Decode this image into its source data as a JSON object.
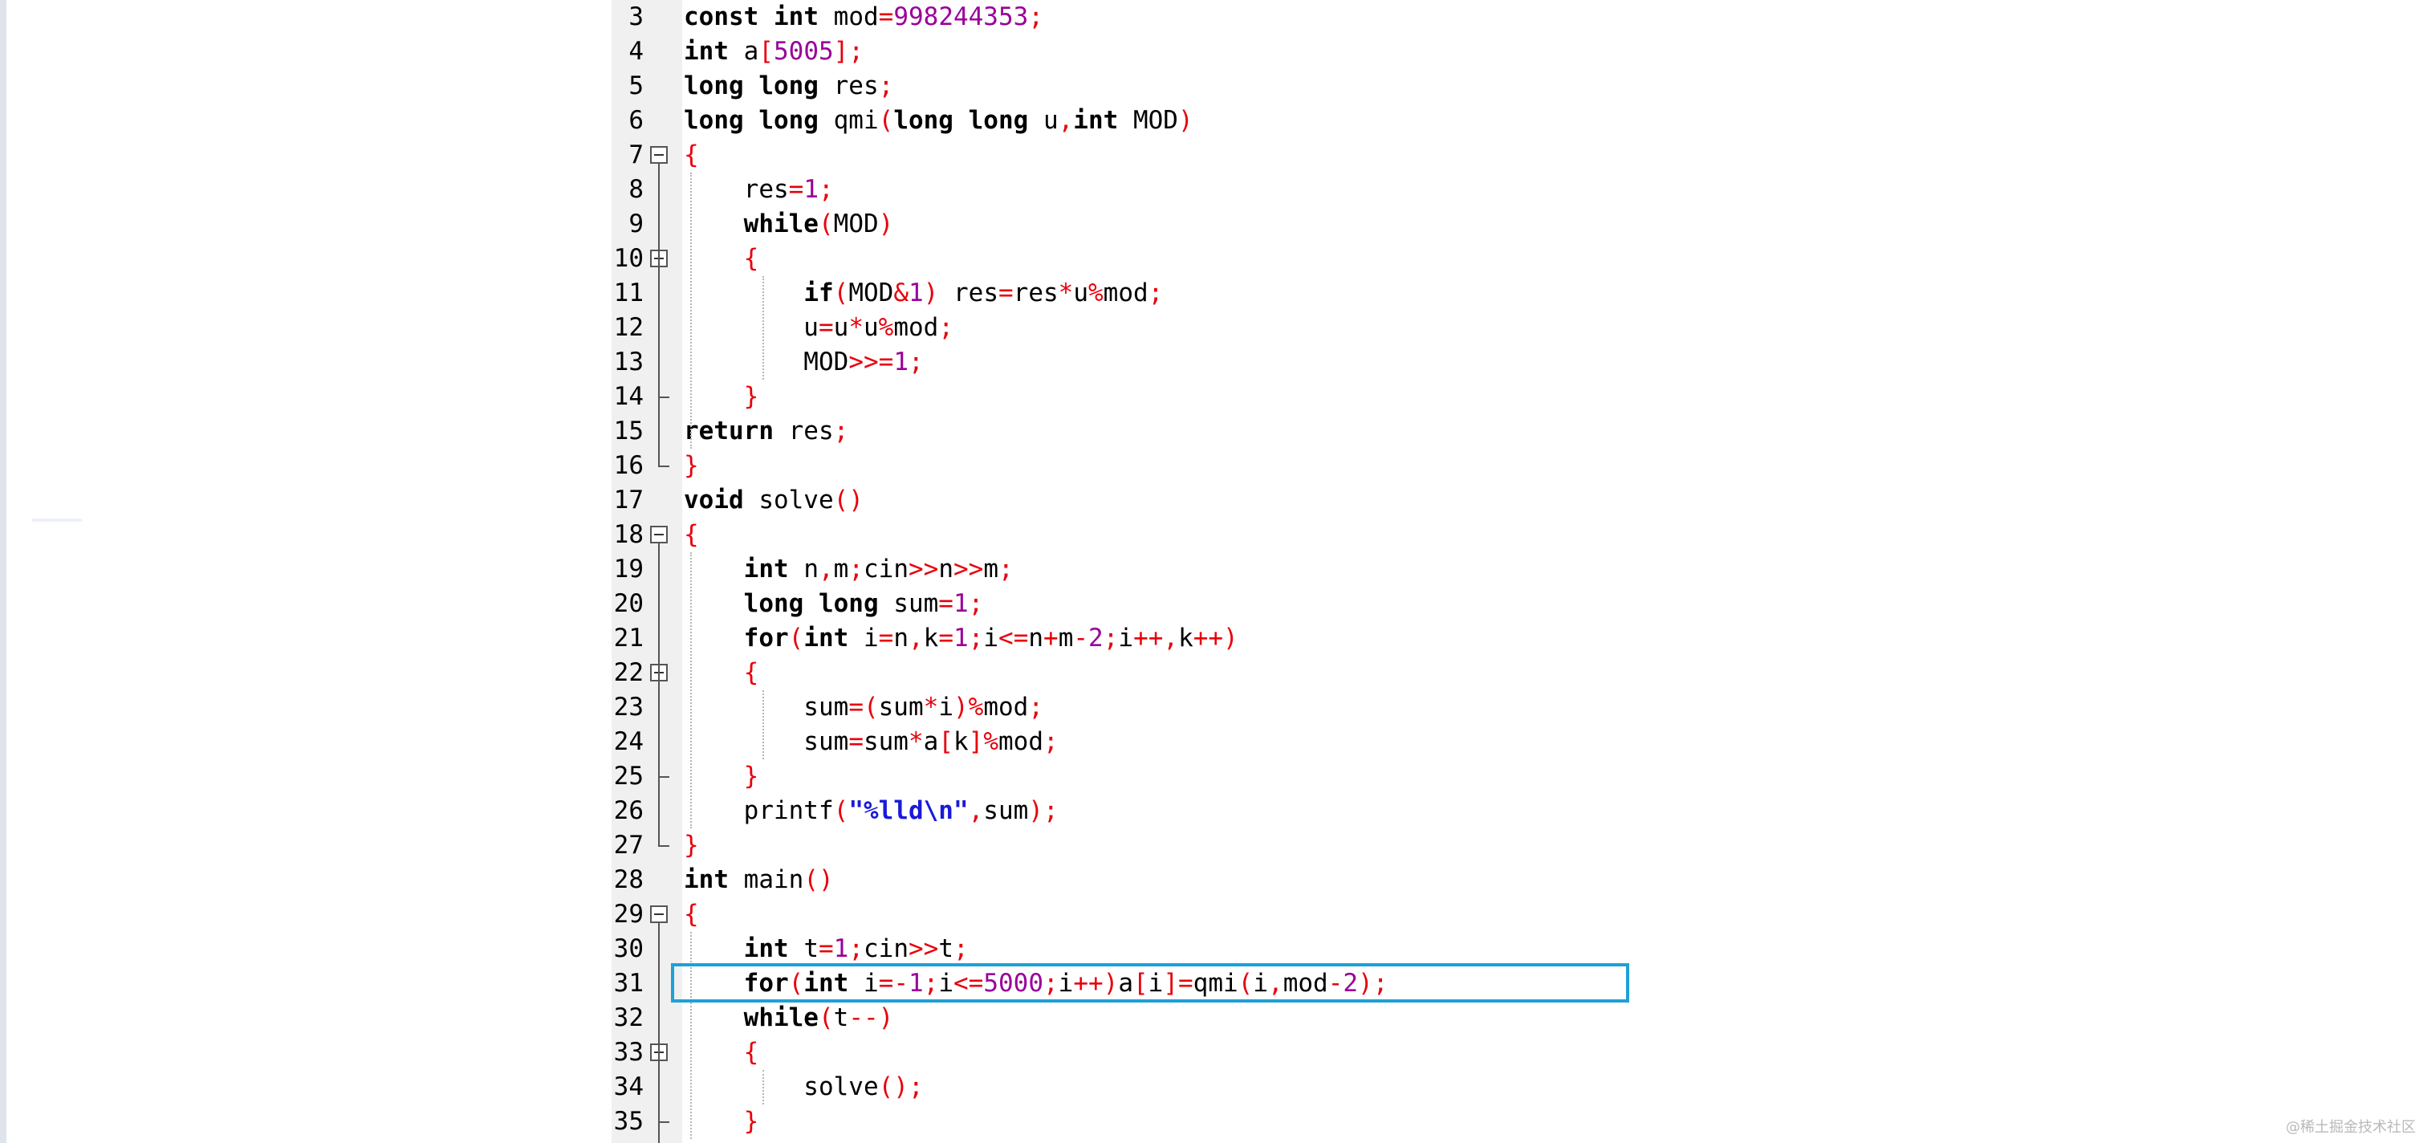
{
  "editor": {
    "lines": [
      {
        "n": "3",
        "tokens": [
          [
            "kw",
            "const"
          ],
          [
            "id",
            " "
          ],
          [
            "kw",
            "int"
          ],
          [
            "id",
            " mod"
          ],
          [
            "op",
            "="
          ],
          [
            "num",
            "998244353"
          ],
          [
            "op",
            ";"
          ]
        ]
      },
      {
        "n": "4",
        "tokens": [
          [
            "kw",
            "int"
          ],
          [
            "id",
            " a"
          ],
          [
            "op",
            "["
          ],
          [
            "num",
            "5005"
          ],
          [
            "op",
            "];"
          ]
        ]
      },
      {
        "n": "5",
        "tokens": [
          [
            "kw",
            "long long"
          ],
          [
            "id",
            " res"
          ],
          [
            "op",
            ";"
          ]
        ]
      },
      {
        "n": "6",
        "tokens": [
          [
            "kw",
            "long long"
          ],
          [
            "id",
            " qmi"
          ],
          [
            "op",
            "("
          ],
          [
            "kw",
            "long long"
          ],
          [
            "id",
            " u"
          ],
          [
            "op",
            ","
          ],
          [
            "kw",
            "int"
          ],
          [
            "id",
            " MOD"
          ],
          [
            "op",
            ")"
          ]
        ]
      },
      {
        "n": "7",
        "tokens": [
          [
            "op",
            "{"
          ]
        ]
      },
      {
        "n": "8",
        "tokens": [
          [
            "id",
            "    res"
          ],
          [
            "op",
            "="
          ],
          [
            "num",
            "1"
          ],
          [
            "op",
            ";"
          ]
        ]
      },
      {
        "n": "9",
        "tokens": [
          [
            "id",
            "    "
          ],
          [
            "kw",
            "while"
          ],
          [
            "op",
            "("
          ],
          [
            "id",
            "MOD"
          ],
          [
            "op",
            ")"
          ]
        ]
      },
      {
        "n": "10",
        "tokens": [
          [
            "id",
            "    "
          ],
          [
            "op",
            "{"
          ]
        ]
      },
      {
        "n": "11",
        "tokens": [
          [
            "id",
            "        "
          ],
          [
            "kw",
            "if"
          ],
          [
            "op",
            "("
          ],
          [
            "id",
            "MOD"
          ],
          [
            "op",
            "&"
          ],
          [
            "num",
            "1"
          ],
          [
            "op",
            ")"
          ],
          [
            "id",
            " res"
          ],
          [
            "op",
            "="
          ],
          [
            "id",
            "res"
          ],
          [
            "op",
            "*"
          ],
          [
            "id",
            "u"
          ],
          [
            "op",
            "%"
          ],
          [
            "id",
            "mod"
          ],
          [
            "op",
            ";"
          ]
        ]
      },
      {
        "n": "12",
        "tokens": [
          [
            "id",
            "        u"
          ],
          [
            "op",
            "="
          ],
          [
            "id",
            "u"
          ],
          [
            "op",
            "*"
          ],
          [
            "id",
            "u"
          ],
          [
            "op",
            "%"
          ],
          [
            "id",
            "mod"
          ],
          [
            "op",
            ";"
          ]
        ]
      },
      {
        "n": "13",
        "tokens": [
          [
            "id",
            "        MOD"
          ],
          [
            "op",
            ">>="
          ],
          [
            "num",
            "1"
          ],
          [
            "op",
            ";"
          ]
        ]
      },
      {
        "n": "14",
        "tokens": [
          [
            "id",
            "    "
          ],
          [
            "op",
            "}"
          ]
        ]
      },
      {
        "n": "15",
        "tokens": [
          [
            "kw",
            "return"
          ],
          [
            "id",
            " res"
          ],
          [
            "op",
            ";"
          ]
        ]
      },
      {
        "n": "16",
        "tokens": [
          [
            "op",
            "}"
          ]
        ]
      },
      {
        "n": "17",
        "tokens": [
          [
            "kw",
            "void"
          ],
          [
            "id",
            " solve"
          ],
          [
            "op",
            "()"
          ]
        ]
      },
      {
        "n": "18",
        "tokens": [
          [
            "op",
            "{"
          ]
        ]
      },
      {
        "n": "19",
        "tokens": [
          [
            "id",
            "    "
          ],
          [
            "kw",
            "int"
          ],
          [
            "id",
            " n"
          ],
          [
            "op",
            ","
          ],
          [
            "id",
            "m"
          ],
          [
            "op",
            ";"
          ],
          [
            "id",
            "cin"
          ],
          [
            "op",
            ">>"
          ],
          [
            "id",
            "n"
          ],
          [
            "op",
            ">>"
          ],
          [
            "id",
            "m"
          ],
          [
            "op",
            ";"
          ]
        ]
      },
      {
        "n": "20",
        "tokens": [
          [
            "id",
            "    "
          ],
          [
            "kw",
            "long long"
          ],
          [
            "id",
            " sum"
          ],
          [
            "op",
            "="
          ],
          [
            "num",
            "1"
          ],
          [
            "op",
            ";"
          ]
        ]
      },
      {
        "n": "21",
        "tokens": [
          [
            "id",
            "    "
          ],
          [
            "kw",
            "for"
          ],
          [
            "op",
            "("
          ],
          [
            "kw",
            "int"
          ],
          [
            "id",
            " i"
          ],
          [
            "op",
            "="
          ],
          [
            "id",
            "n"
          ],
          [
            "op",
            ","
          ],
          [
            "id",
            "k"
          ],
          [
            "op",
            "="
          ],
          [
            "num",
            "1"
          ],
          [
            "op",
            ";"
          ],
          [
            "id",
            "i"
          ],
          [
            "op",
            "<="
          ],
          [
            "id",
            "n"
          ],
          [
            "op",
            "+"
          ],
          [
            "id",
            "m"
          ],
          [
            "op",
            "-"
          ],
          [
            "num",
            "2"
          ],
          [
            "op",
            ";"
          ],
          [
            "id",
            "i"
          ],
          [
            "op",
            "++,"
          ],
          [
            "id",
            "k"
          ],
          [
            "op",
            "++)"
          ]
        ]
      },
      {
        "n": "22",
        "tokens": [
          [
            "id",
            "    "
          ],
          [
            "op",
            "{"
          ]
        ]
      },
      {
        "n": "23",
        "tokens": [
          [
            "id",
            "        sum"
          ],
          [
            "op",
            "=("
          ],
          [
            "id",
            "sum"
          ],
          [
            "op",
            "*"
          ],
          [
            "id",
            "i"
          ],
          [
            "op",
            ")%"
          ],
          [
            "id",
            "mod"
          ],
          [
            "op",
            ";"
          ]
        ]
      },
      {
        "n": "24",
        "tokens": [
          [
            "id",
            "        sum"
          ],
          [
            "op",
            "="
          ],
          [
            "id",
            "sum"
          ],
          [
            "op",
            "*"
          ],
          [
            "id",
            "a"
          ],
          [
            "op",
            "["
          ],
          [
            "id",
            "k"
          ],
          [
            "op",
            "]%"
          ],
          [
            "id",
            "mod"
          ],
          [
            "op",
            ";"
          ]
        ]
      },
      {
        "n": "25",
        "tokens": [
          [
            "id",
            "    "
          ],
          [
            "op",
            "}"
          ]
        ]
      },
      {
        "n": "26",
        "tokens": [
          [
            "id",
            "    printf"
          ],
          [
            "op",
            "("
          ],
          [
            "str",
            "\"%lld\\n\""
          ],
          [
            "op",
            ","
          ],
          [
            "id",
            "sum"
          ],
          [
            "op",
            ");"
          ]
        ]
      },
      {
        "n": "27",
        "tokens": [
          [
            "op",
            "}"
          ]
        ]
      },
      {
        "n": "28",
        "tokens": [
          [
            "kw",
            "int"
          ],
          [
            "id",
            " main"
          ],
          [
            "op",
            "()"
          ]
        ]
      },
      {
        "n": "29",
        "tokens": [
          [
            "op",
            "{"
          ]
        ]
      },
      {
        "n": "30",
        "tokens": [
          [
            "id",
            "    "
          ],
          [
            "kw",
            "int"
          ],
          [
            "id",
            " t"
          ],
          [
            "op",
            "="
          ],
          [
            "num",
            "1"
          ],
          [
            "op",
            ";"
          ],
          [
            "id",
            "cin"
          ],
          [
            "op",
            ">>"
          ],
          [
            "id",
            "t"
          ],
          [
            "op",
            ";"
          ]
        ]
      },
      {
        "n": "31",
        "tokens": [
          [
            "id",
            "    "
          ],
          [
            "kw",
            "for"
          ],
          [
            "op",
            "("
          ],
          [
            "kw",
            "int"
          ],
          [
            "id",
            " i"
          ],
          [
            "op",
            "=-"
          ],
          [
            "num",
            "1"
          ],
          [
            "op",
            ";"
          ],
          [
            "id",
            "i"
          ],
          [
            "op",
            "<="
          ],
          [
            "num",
            "5000"
          ],
          [
            "op",
            ";"
          ],
          [
            "id",
            "i"
          ],
          [
            "op",
            "++)"
          ],
          [
            "id",
            "a"
          ],
          [
            "op",
            "["
          ],
          [
            "id",
            "i"
          ],
          [
            "op",
            "]="
          ],
          [
            "id",
            "qmi"
          ],
          [
            "op",
            "("
          ],
          [
            "id",
            "i"
          ],
          [
            "op",
            ","
          ],
          [
            "id",
            "mod"
          ],
          [
            "op",
            "-"
          ],
          [
            "num",
            "2"
          ],
          [
            "op",
            ");"
          ]
        ]
      },
      {
        "n": "32",
        "tokens": [
          [
            "id",
            "    "
          ],
          [
            "kw",
            "while"
          ],
          [
            "op",
            "("
          ],
          [
            "id",
            "t"
          ],
          [
            "op",
            "--)"
          ]
        ]
      },
      {
        "n": "33",
        "tokens": [
          [
            "id",
            "    "
          ],
          [
            "op",
            "{"
          ]
        ]
      },
      {
        "n": "34",
        "tokens": [
          [
            "id",
            "        solve"
          ],
          [
            "op",
            "();"
          ]
        ]
      },
      {
        "n": "35",
        "tokens": [
          [
            "id",
            "    "
          ],
          [
            "op",
            "}"
          ]
        ]
      }
    ],
    "highlighted_line": "31"
  },
  "colors": {
    "keyword": "#000000",
    "operator": "#e8000b",
    "number": "#9a0099",
    "string": "#1a1adb",
    "highlight_border": "#1da1d8",
    "gutter_bg": "#f0f0f0"
  },
  "watermark": "@稀土掘金技术社区"
}
